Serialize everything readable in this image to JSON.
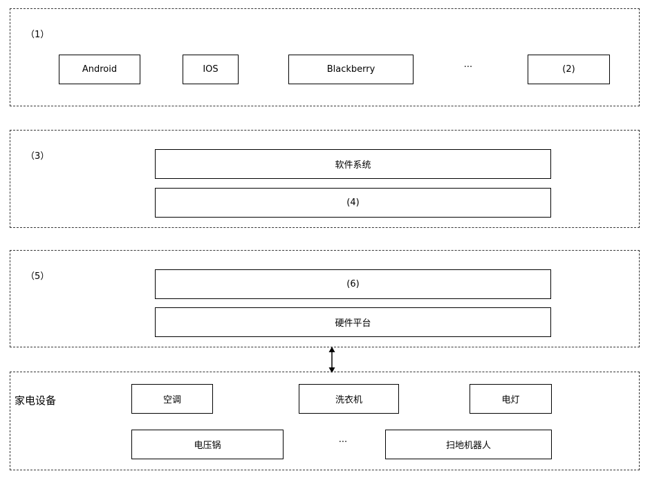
{
  "layer1": {
    "label": "（1）",
    "items": [
      "Android",
      "IOS",
      "Blackberry",
      "(2)"
    ],
    "ellipsis": "···"
  },
  "layer2": {
    "label": "（3）",
    "items": [
      "软件系统",
      "(4)"
    ]
  },
  "layer3": {
    "label": "（5）",
    "items": [
      "(6)",
      "硬件平台"
    ]
  },
  "layer4": {
    "label": "家电设备",
    "row1": [
      "空调",
      "洗衣机",
      "电灯"
    ],
    "row2": [
      "电压锅",
      "扫地机器人"
    ],
    "ellipsis": "···"
  },
  "colors": {
    "line": "#000000",
    "dashed_border": "#333333",
    "background": "#ffffff"
  }
}
